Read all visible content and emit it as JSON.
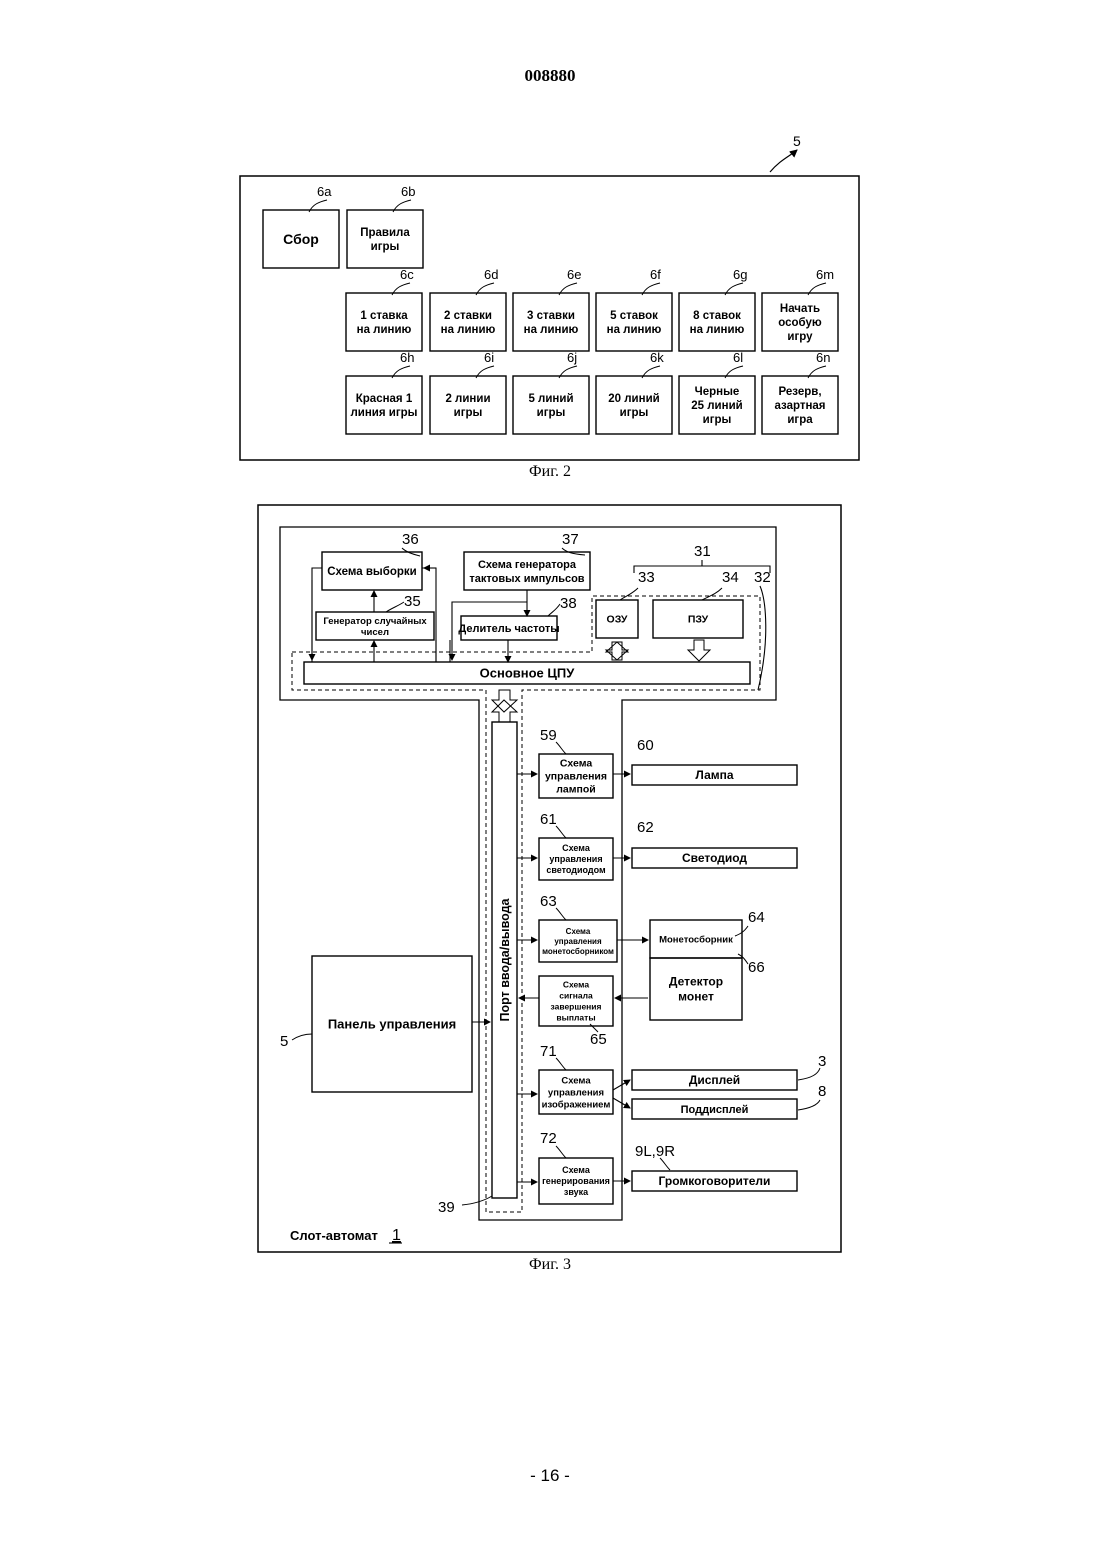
{
  "header": {
    "doc_number": "008880"
  },
  "footer": {
    "page_number": "- 16 -"
  },
  "fig2": {
    "caption": "Фиг. 2",
    "ref": "5",
    "buttons": [
      {
        "id": "6a",
        "lines": [
          "Сбор"
        ]
      },
      {
        "id": "6b",
        "lines": [
          "Правила",
          "игры"
        ]
      },
      {
        "id": "6c",
        "lines": [
          "1 ставка",
          "на линию"
        ]
      },
      {
        "id": "6d",
        "lines": [
          "2 ставки",
          "на линию"
        ]
      },
      {
        "id": "6e",
        "lines": [
          "3 ставки",
          "на линию"
        ]
      },
      {
        "id": "6f",
        "lines": [
          "5 ставок",
          "на линию"
        ]
      },
      {
        "id": "6g",
        "lines": [
          "8 ставок",
          "на линию"
        ]
      },
      {
        "id": "6m",
        "lines": [
          "Начать",
          "особую",
          "игру"
        ]
      },
      {
        "id": "6h",
        "lines": [
          "Красная 1",
          "линия игры"
        ]
      },
      {
        "id": "6i",
        "lines": [
          "2 линии",
          "игры"
        ]
      },
      {
        "id": "6j",
        "lines": [
          "5 линий",
          "игры"
        ]
      },
      {
        "id": "6k",
        "lines": [
          "20 линий",
          "игры"
        ]
      },
      {
        "id": "6l",
        "lines": [
          "Черные",
          "25 линий",
          "игры"
        ]
      },
      {
        "id": "6n",
        "lines": [
          "Резерв,",
          "азартная",
          "игра"
        ]
      }
    ]
  },
  "fig3": {
    "caption": "Фиг. 3",
    "machine_label": "Слот-автомат",
    "machine_ref": "1",
    "blocks": {
      "sampling": {
        "ref": "36",
        "lines": [
          "Схема выборки"
        ]
      },
      "clock": {
        "ref": "37",
        "lines": [
          "Схема генератора",
          "тактовых импульсов"
        ]
      },
      "rng": {
        "ref": "35",
        "lines": [
          "Генератор случайных",
          "чисел"
        ]
      },
      "divider": {
        "ref": "38",
        "lines": [
          "Делитель частоты"
        ]
      },
      "ram": {
        "ref": "33",
        "lines": [
          "ОЗУ"
        ]
      },
      "rom": {
        "ref": "34",
        "lines": [
          "ПЗУ"
        ]
      },
      "cpu": {
        "lines": [
          "Основное ЦПУ"
        ]
      },
      "board_ref": "31",
      "bus_ref": "32",
      "io": {
        "ref": "39",
        "lines": [
          "Порт ввода/вывода"
        ]
      },
      "panel": {
        "ref": "5",
        "lines": [
          "Панель управления"
        ]
      },
      "lamp_ctrl": {
        "ref": "59",
        "lines": [
          "Схема",
          "управления",
          "лампой"
        ]
      },
      "lamp": {
        "ref": "60",
        "lines": [
          "Лампа"
        ]
      },
      "led_ctrl": {
        "ref": "61",
        "lines": [
          "Схема",
          "управления",
          "светодиодом"
        ]
      },
      "led": {
        "ref": "62",
        "lines": [
          "Светодиод"
        ]
      },
      "hopper_ctrl": {
        "ref": "63",
        "lines": [
          "Схема",
          "управления",
          "монетосборником"
        ]
      },
      "hopper": {
        "ref": "64",
        "lines": [
          "Монетосборник"
        ]
      },
      "payout": {
        "ref": "65",
        "lines": [
          "Схема",
          "сигнала",
          "завершения",
          "выплаты"
        ]
      },
      "coin_det": {
        "ref": "66",
        "lines": [
          "Детектор",
          "монет"
        ]
      },
      "image_ctrl": {
        "ref": "71",
        "lines": [
          "Схема",
          "управления",
          "изображением"
        ]
      },
      "display": {
        "ref": "3",
        "lines": [
          "Дисплей"
        ]
      },
      "subdisplay": {
        "ref": "8",
        "lines": [
          "Поддисплей"
        ]
      },
      "sound": {
        "ref": "72",
        "lines": [
          "Схема",
          "генерирования",
          "звука"
        ]
      },
      "speakers": {
        "ref": "9L,9R",
        "lines": [
          "Громкоговорители"
        ]
      }
    }
  }
}
